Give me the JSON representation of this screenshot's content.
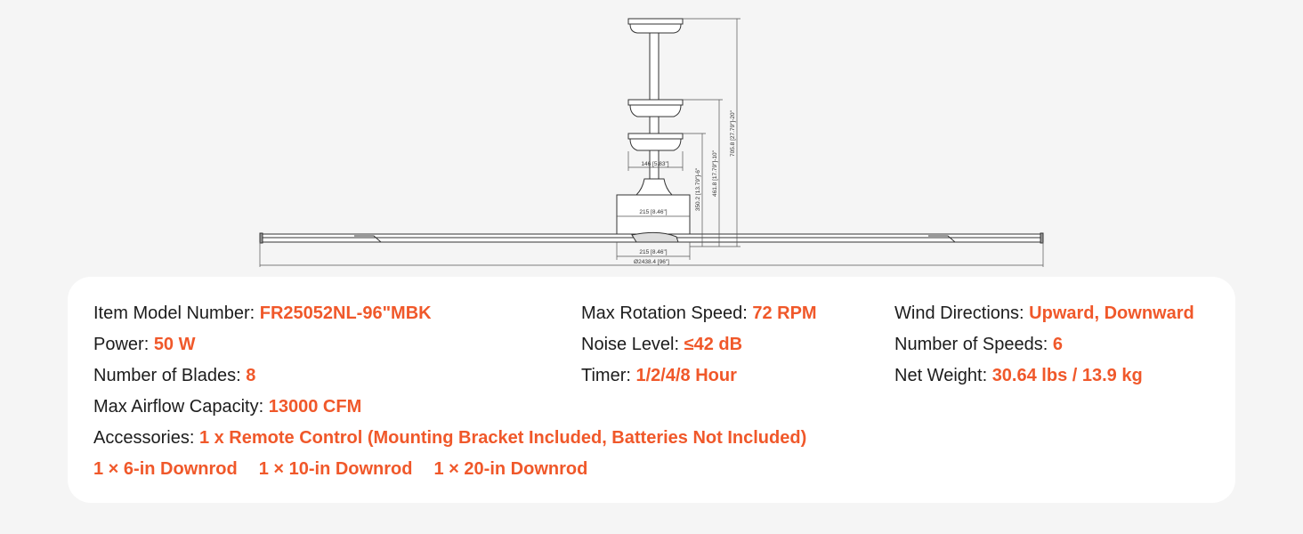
{
  "diagram": {
    "dimensions": {
      "canopy_width": "146 [5.83\"]",
      "housing_width": "215 [8.46\"]",
      "housing_width_bottom": "215 [8.46\"]",
      "diameter": "Ø2438.4 [96\"]",
      "height_6in": "350.2 [13.79\"]-6\"",
      "height_10in": "461.8 [17.79\"]-10\"",
      "height_20in": "705.8 [27.79\"]-20\""
    }
  },
  "specs": {
    "col1": [
      {
        "label": "Item Model Number: ",
        "value": "FR25052NL-96\"MBK"
      },
      {
        "label": "Power: ",
        "value": "50 W"
      },
      {
        "label": "Number of Blades: ",
        "value": "8"
      },
      {
        "label": "Max Airflow Capacity: ",
        "value": "13000 CFM"
      },
      {
        "label": "Accessories: ",
        "value": "1 x Remote Control (Mounting Bracket Included, Batteries Not Included)"
      }
    ],
    "accessories_extra": [
      "1 × 6-in Downrod",
      "1 × 10-in Downrod",
      "1 × 20-in Downrod"
    ],
    "col2": [
      {
        "label": "Max Rotation Speed: ",
        "value": "72 RPM"
      },
      {
        "label": "Noise Level: ",
        "value": "≤42 dB"
      },
      {
        "label": "Timer: ",
        "value": "1/2/4/8 Hour"
      }
    ],
    "col3": [
      {
        "label": "Wind Directions: ",
        "value": "Upward, Downward"
      },
      {
        "label": "Number of Speeds: ",
        "value": "6"
      },
      {
        "label": "Net Weight: ",
        "value": "30.64 lbs / 13.9 kg"
      }
    ]
  },
  "colors": {
    "accent": "#f0582a",
    "text": "#1c1c1c",
    "background": "#f5f5f5"
  }
}
